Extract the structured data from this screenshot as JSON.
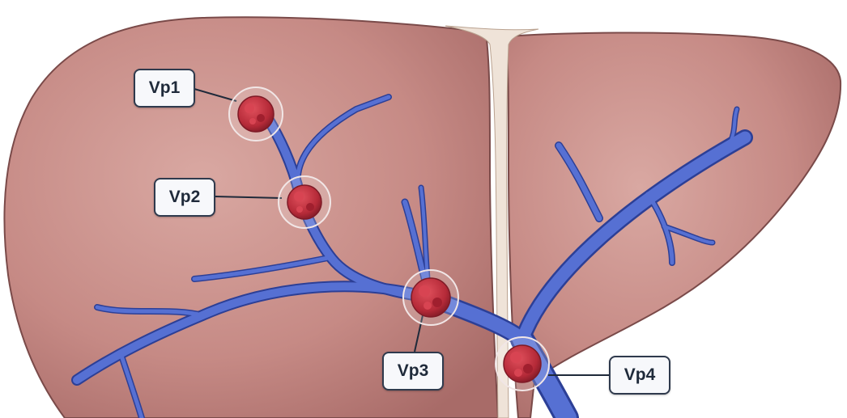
{
  "labels": {
    "vp1": "Vp1",
    "vp2": "Vp2",
    "vp3": "Vp3",
    "vp4": "Vp4"
  },
  "colors": {
    "liver": "#c98f8a",
    "liver_edge": "#7a4a49",
    "ligament": "#efe3d8",
    "vein": "#4a63c8",
    "vein_dark": "#2c3f96",
    "tumor": "#c0303f",
    "tumor_dark": "#8c1e2b",
    "label_border": "#2f3a4d"
  }
}
